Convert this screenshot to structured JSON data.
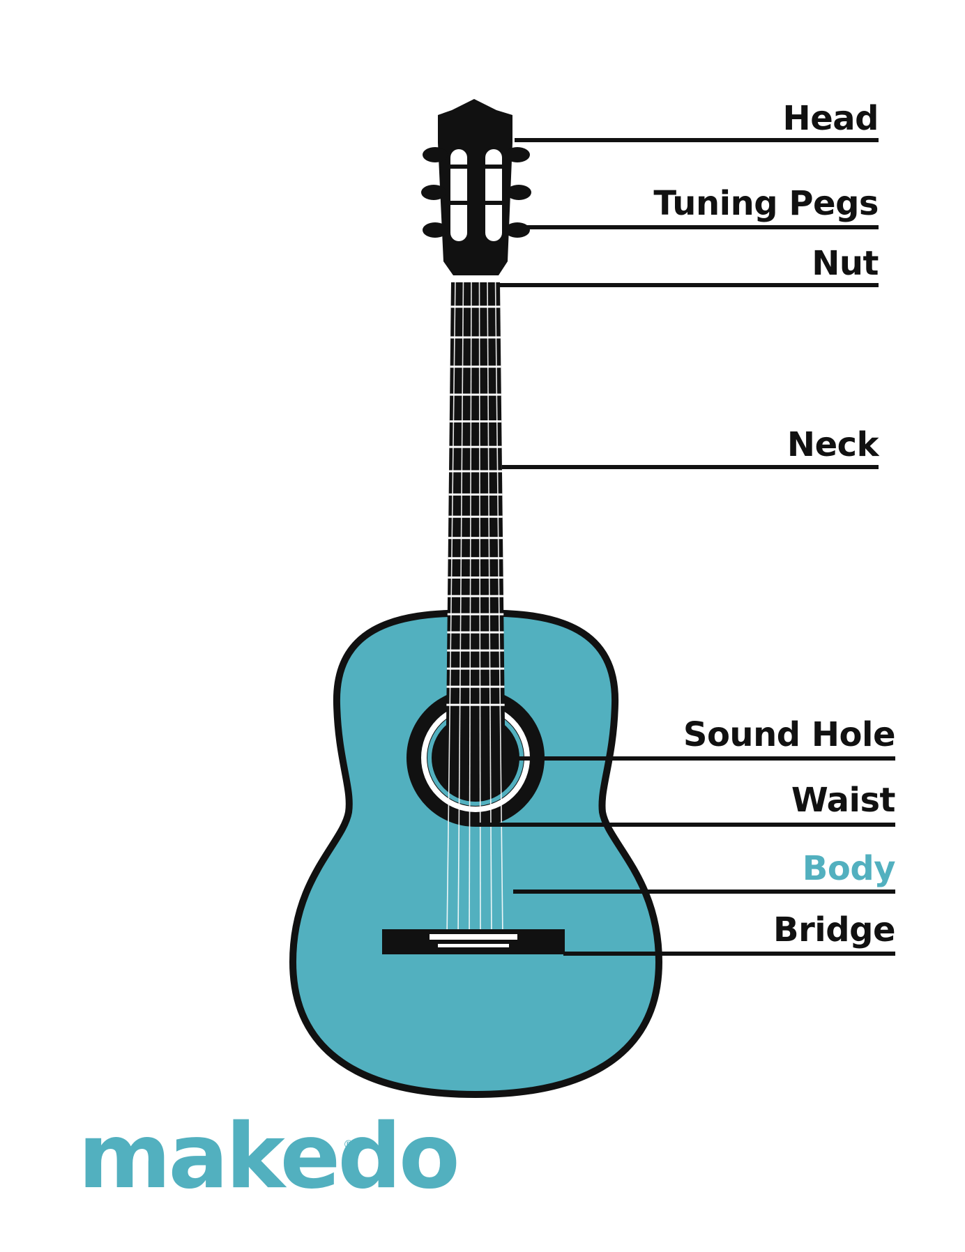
{
  "colors": {
    "body_fill": "#52b0bf",
    "accent_label": "#52b0bf",
    "outline": "#111111",
    "fret": "#ffffff",
    "background": "#ffffff"
  },
  "labels": {
    "head": "Head",
    "tuning_pegs": "Tuning Pegs",
    "nut": "Nut",
    "neck": "Neck",
    "sound_hole": "Sound Hole",
    "waist": "Waist",
    "body": "Body",
    "bridge": "Bridge"
  },
  "logo": {
    "text": "makedo",
    "registered_mark": "®"
  }
}
